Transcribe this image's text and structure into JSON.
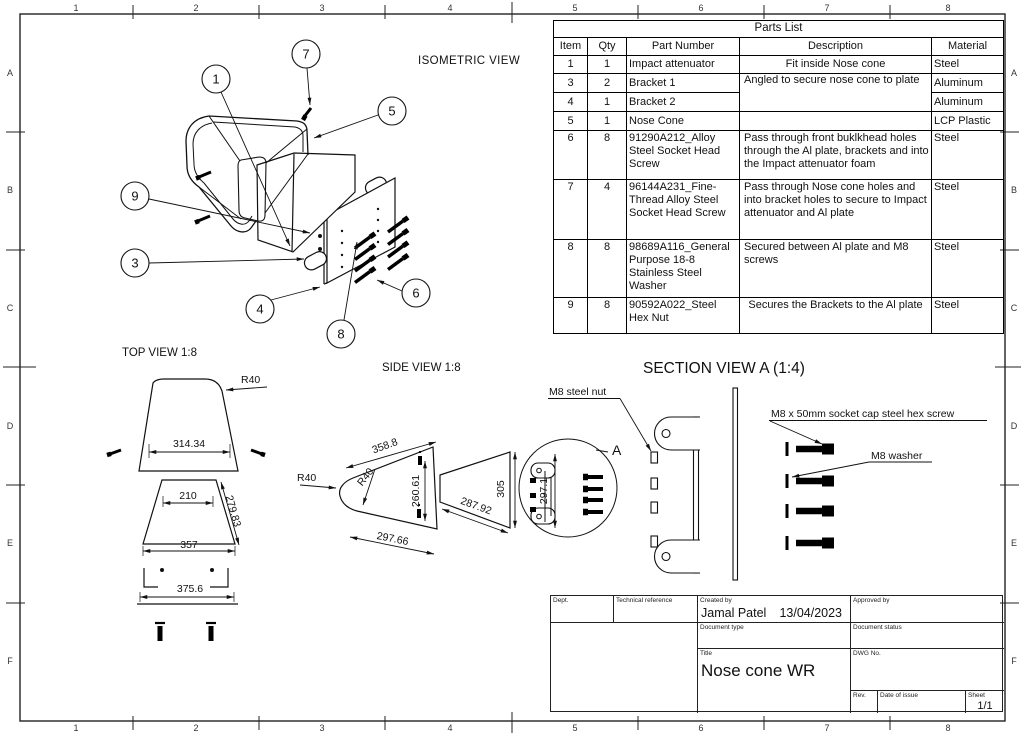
{
  "sheet": {
    "border": {
      "cols": [
        "1",
        "2",
        "3",
        "4",
        "5",
        "6",
        "7",
        "8"
      ],
      "rows": [
        "A",
        "B",
        "C",
        "D",
        "E",
        "F"
      ]
    }
  },
  "views": {
    "isometric": {
      "title": "ISOMETRIC VIEW",
      "balloons": [
        "1",
        "7",
        "5",
        "9",
        "3",
        "4",
        "6",
        "8"
      ]
    },
    "top": {
      "title": "TOP VIEW 1:8",
      "dims": {
        "radius": "R40",
        "upper_width": "314.34",
        "inner_width": "210",
        "depth": "279.83",
        "base_width": "357",
        "plate_width": "375.6"
      }
    },
    "side": {
      "title": "SIDE VIEW 1:8",
      "dims": {
        "radius_outer": "R40",
        "radius_inner": "R40",
        "cone_length": "358.8",
        "cone_height": "260.61",
        "cone_base": "297.66",
        "attenuator_length": "287.92",
        "attenuator_height": "305"
      }
    },
    "section": {
      "title": "SECTION VIEW A (1:4)",
      "detail_label": "A",
      "detail_dim": "297.1",
      "callouts": {
        "nut": "M8 steel nut",
        "screw": "M8 x 50mm socket cap steel hex screw",
        "washer": "M8 washer"
      }
    }
  },
  "parts_list": {
    "title": "Parts List",
    "headers": [
      "Item",
      "Qty",
      "Part Number",
      "Description",
      "Material"
    ],
    "rows": [
      {
        "item": "1",
        "qty": "1",
        "part_number": "Impact attenuator",
        "description": "Fit inside Nose cone",
        "material": "Steel"
      },
      {
        "item": "3",
        "qty": "2",
        "part_number": "Bracket 1",
        "description": "Angled to secure nose cone to plate",
        "material": "Aluminum"
      },
      {
        "item": "4",
        "qty": "1",
        "part_number": "Bracket 2",
        "description": "",
        "material": "Aluminum"
      },
      {
        "item": "5",
        "qty": "1",
        "part_number": "Nose Cone",
        "description": "",
        "material": "LCP Plastic"
      },
      {
        "item": "6",
        "qty": "8",
        "part_number": "91290A212_Alloy Steel Socket Head Screw",
        "description": "Pass through front buklkhead holes through the Al plate, brackets and into the Impact attenuator foam",
        "material": "Steel"
      },
      {
        "item": "7",
        "qty": "4",
        "part_number": "96144A231_Fine-Thread Alloy Steel Socket Head Screw",
        "description": "Pass through Nose cone holes and into bracket holes to secure to Impact attenuator and Al plate",
        "material": "Steel"
      },
      {
        "item": "8",
        "qty": "8",
        "part_number": "98689A116_General Purpose 18-8 Stainless Steel Washer",
        "description": "Secured between Al plate and M8 screws",
        "material": "Steel"
      },
      {
        "item": "9",
        "qty": "8",
        "part_number": "90592A022_Steel Hex Nut",
        "description": "Secures the Brackets to the Al plate",
        "material": "Steel"
      }
    ]
  },
  "title_block": {
    "labels": {
      "dept": "Dept.",
      "technical_reference": "Technical reference",
      "created_by": "Created by",
      "approved_by": "Approved by",
      "document_type": "Document type",
      "document_status": "Document status",
      "title": "Title",
      "dwg_no": "DWG No.",
      "rev": "Rev.",
      "date_of_issue": "Date of issue",
      "sheet": "Sheet"
    },
    "values": {
      "created_by": "Jamal Patel",
      "created_date": "13/04/2023",
      "title": "Nose cone WR",
      "sheet": "1/1"
    }
  },
  "colors": {
    "line": "#111111",
    "background": "#ffffff"
  }
}
